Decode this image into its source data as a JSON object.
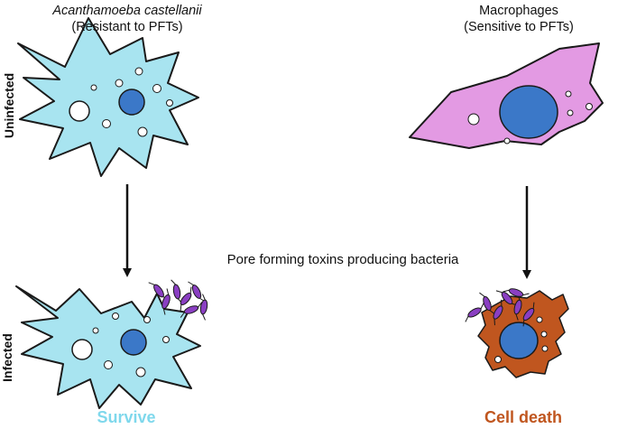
{
  "amoeba": {
    "name": "Acanthamoeba castellanii",
    "note": "(Resistant to PFTs)",
    "outcome": "Survive",
    "outcome_color": "#7fd8ec",
    "cell_color": "#a8e4f0",
    "nucleus_color": "#3b78c8"
  },
  "macrophage": {
    "name": "Macrophages",
    "note": "(Sensitive to PFTs)",
    "outcome": "Cell death",
    "outcome_color": "#c0561f",
    "cell_color": "#e39ae3",
    "dead_cell_color": "#c0561f",
    "nucleus_color": "#3b78c8"
  },
  "rows": {
    "top": "Uninfected",
    "bottom": "Infected"
  },
  "center_caption": "Pore forming toxins producing bacteria",
  "bacteria_color": "#8a3fc2"
}
